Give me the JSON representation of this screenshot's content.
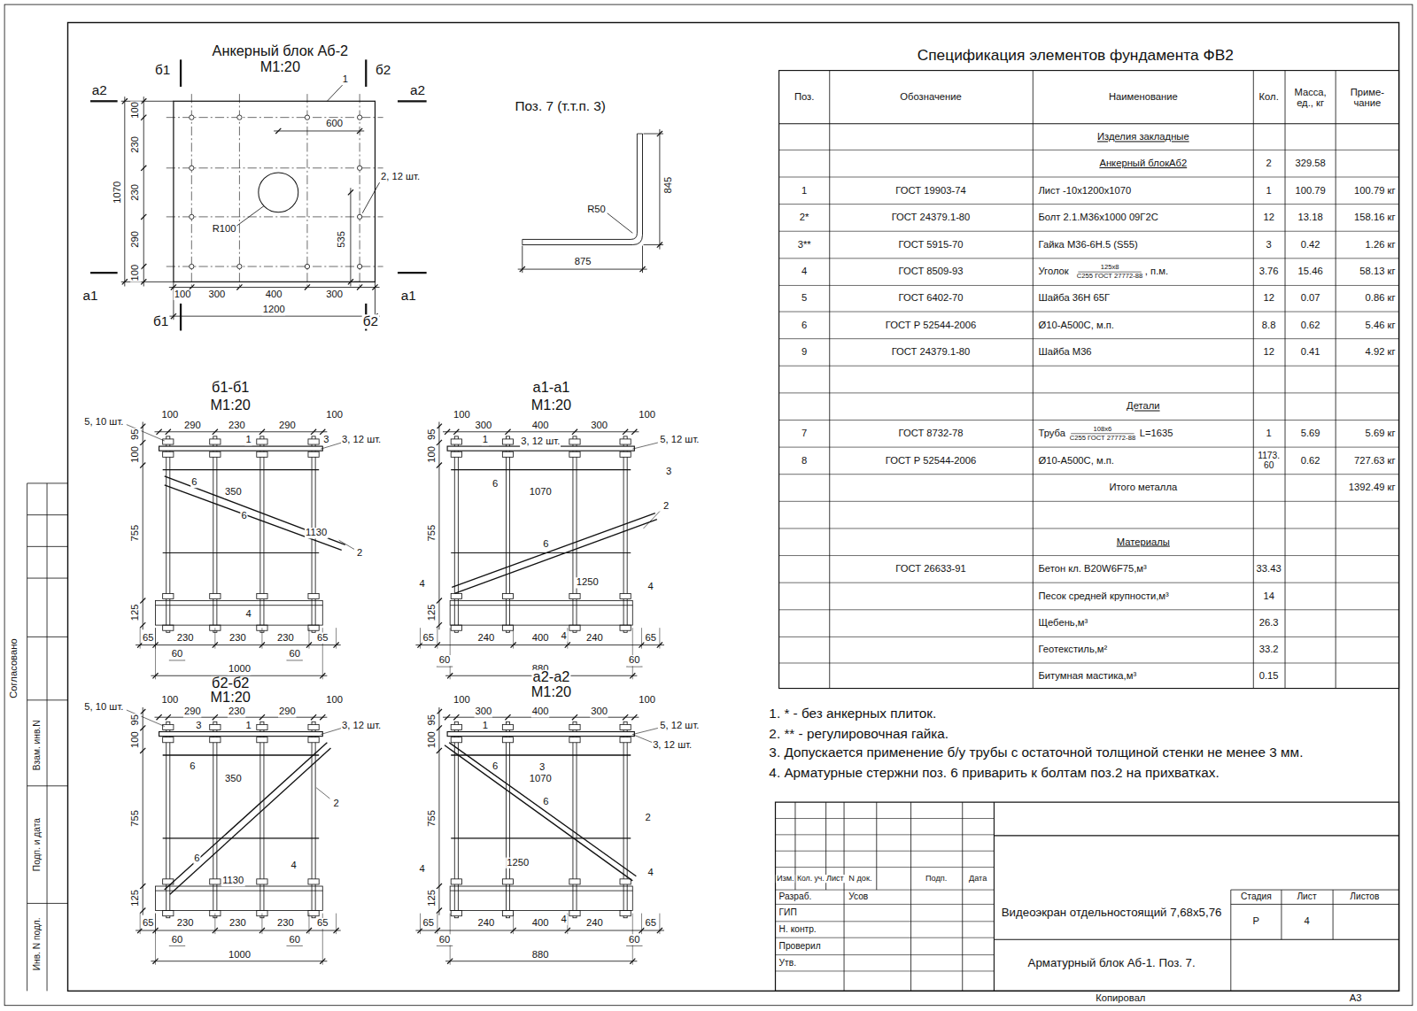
{
  "diagram": {
    "labels": [
      "Анкерный блок Аб-2",
      "М1:20",
      "б1",
      "б2",
      "а2",
      "а2",
      "1",
      "100",
      "230",
      "230",
      "290",
      "100",
      "1070",
      "600",
      "2, 12 шт.",
      "R100",
      "535",
      "а1",
      "а1",
      "100",
      "300",
      "400",
      "300",
      "1200",
      "б1",
      "б2",
      "Поз. 7 (т.т.п. 3)",
      "845",
      "R50",
      "875",
      "б1-б1",
      "М1:20",
      "5, 10 шт.",
      "100",
      "290",
      "230",
      "290",
      "100",
      "1",
      "3",
      "3, 12 шт.",
      "95",
      "100",
      "6",
      "350",
      "6",
      "1130",
      "2",
      "755",
      "4",
      "125",
      "65",
      "230",
      "230",
      "230",
      "65",
      "60",
      "60",
      "1000",
      "а1-а1",
      "М1:20",
      "100",
      "300",
      "400",
      "300",
      "100",
      "1",
      "3, 12 шт.",
      "5, 12 шт.",
      "95",
      "100",
      "3",
      "6",
      "1070",
      "2",
      "6",
      "1250",
      "755",
      "4",
      "4",
      "125",
      "4",
      "65",
      "240",
      "400",
      "240",
      "65",
      "60",
      "60",
      "880",
      "б2-б2",
      "М1:20",
      "5, 10 шт.",
      "100",
      "290",
      "230",
      "290",
      "100",
      "3",
      "1",
      "3, 12 шт.",
      "95",
      "100",
      "6",
      "350",
      "2",
      "755",
      "6",
      "1130",
      "4",
      "125",
      "65",
      "230",
      "230",
      "230",
      "65",
      "60",
      "60",
      "1000",
      "а2-а2",
      "М1:20",
      "100",
      "300",
      "400",
      "300",
      "100",
      "1",
      "5, 12 шт.",
      "3, 12 шт.",
      "95",
      "100",
      "6",
      "3",
      "1070",
      "6",
      "2",
      "755",
      "1250",
      "4",
      "4",
      "125",
      "4",
      "65",
      "240",
      "400",
      "240",
      "65",
      "60",
      "60",
      "880",
      "Спецификация элементов фундамента ФВ2",
      "Поз.",
      "Обозначение",
      "Наименование",
      "Кол.",
      "Масса, ед., кг",
      "Приме- чание",
      "Изделия закладные",
      "Анкерный блокАб2",
      "2",
      "329.58",
      "1",
      "ГОСТ 19903-74",
      "Лист -10х1200х1070",
      "1",
      "100.79",
      "100.79 кг",
      "2*",
      "ГОСТ 24379.1-80",
      "Болт 2.1.М36х1000 09Г2С",
      "12",
      "13.18",
      "158.16 кг",
      "3**",
      "ГОСТ 5915-70",
      "Гайка М36-6Н.5 (S55)",
      "3",
      "0.42",
      "1.26 кг",
      "4",
      "ГОСТ 8509-93",
      "Уголок",
      "125х8",
      "С255 ГОСТ 27772-88",
      ", п.м.",
      "3.76",
      "15.46",
      "58.13 кг",
      "5",
      "ГОСТ 6402-70",
      "Шайба 36Н 65Г",
      "12",
      "0.07",
      "0.86 кг",
      "6",
      "ГОСТ Р 52544-2006",
      "Ø10-А500С, м.п.",
      "8.8",
      "0.62",
      "5.46 кг",
      "9",
      "ГОСТ 24379.1-80",
      "Шайба М36",
      "12",
      "0.41",
      "4.92 кг",
      "Детали",
      "7",
      "ГОСТ 8732-78",
      "Труба",
      "108х6",
      "С255 ГОСТ 27772-88",
      "L=1635",
      "1",
      "5.69",
      "5.69 кг",
      "8",
      "ГОСТ Р 52544-2006",
      "Ø10-А500С, м.п.",
      "1173. 60",
      "0.62",
      "727.63 кг",
      "Итого металла",
      "1392.49 кг",
      "Материалы",
      "ГОСТ 26633-91",
      "Бетон кл. В20W6F75,м³",
      "33.43",
      "Песок средней крупности,м³",
      "14",
      "Щебень,м³",
      "26.3",
      "Геотекстиль,м²",
      "33.2",
      "Битумная мастика,м³",
      "0.15",
      "1. * - без анкерных плиток.",
      "2. ** - регулировочная гайка.",
      "3. Допускается применение б/у трубы с остаточной толщиной стенки не менее 3 мм.",
      "4. Арматурные стержни поз. 6 приварить к болтам поз.2 на прихватках.",
      "Изм.",
      "Кол. уч.",
      "Лист",
      "N док.",
      "Подп.",
      "Дата",
      "Разраб.",
      "Усов",
      "ГИП",
      "Н. контр.",
      "Проверил",
      "Утв.",
      "Видеоэкран отдельностоящий 7,68х5,76",
      "Стадия",
      "Лист",
      "Листов",
      "Р",
      "4",
      "Арматурный блок Аб-1. Поз. 7.",
      "Копировал",
      "А3",
      "Согласовано",
      "Взам. инв.N",
      "Подп. и дата",
      "Инв. N подл."
    ]
  }
}
